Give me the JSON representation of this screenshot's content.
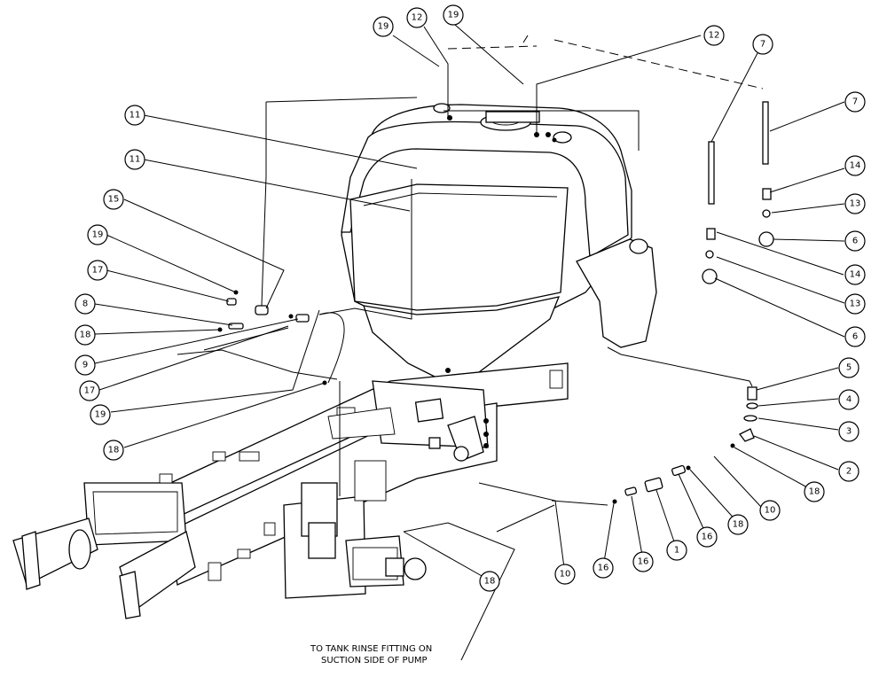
{
  "note": {
    "line1": "TO TANK RINSE FITTING ON",
    "line2": "SUCTION SIDE OF PUMP"
  },
  "callouts": [
    {
      "id": "c19a",
      "label": "19"
    },
    {
      "id": "c12a",
      "label": "12"
    },
    {
      "id": "c19b",
      "label": "19"
    },
    {
      "id": "c12b",
      "label": "12"
    },
    {
      "id": "c7a",
      "label": "7"
    },
    {
      "id": "c7b",
      "label": "7"
    },
    {
      "id": "c14a",
      "label": "14"
    },
    {
      "id": "c13a",
      "label": "13"
    },
    {
      "id": "c6a",
      "label": "6"
    },
    {
      "id": "c14b",
      "label": "14"
    },
    {
      "id": "c13b",
      "label": "13"
    },
    {
      "id": "c6b",
      "label": "6"
    },
    {
      "id": "c11a",
      "label": "11"
    },
    {
      "id": "c11b",
      "label": "11"
    },
    {
      "id": "c15",
      "label": "15"
    },
    {
      "id": "c19c",
      "label": "19"
    },
    {
      "id": "c17a",
      "label": "17"
    },
    {
      "id": "c8",
      "label": "8"
    },
    {
      "id": "c18a",
      "label": "18"
    },
    {
      "id": "c9",
      "label": "9"
    },
    {
      "id": "c17b",
      "label": "17"
    },
    {
      "id": "c19d",
      "label": "19"
    },
    {
      "id": "c18b",
      "label": "18"
    },
    {
      "id": "c5",
      "label": "5"
    },
    {
      "id": "c4",
      "label": "4"
    },
    {
      "id": "c3",
      "label": "3"
    },
    {
      "id": "c2",
      "label": "2"
    },
    {
      "id": "c18c",
      "label": "18"
    },
    {
      "id": "c10a",
      "label": "10"
    },
    {
      "id": "c18d",
      "label": "18"
    },
    {
      "id": "c16a",
      "label": "16"
    },
    {
      "id": "c1",
      "label": "1"
    },
    {
      "id": "c16b",
      "label": "16"
    },
    {
      "id": "c16c",
      "label": "16"
    },
    {
      "id": "c10b",
      "label": "10"
    },
    {
      "id": "c18e",
      "label": "18"
    }
  ]
}
